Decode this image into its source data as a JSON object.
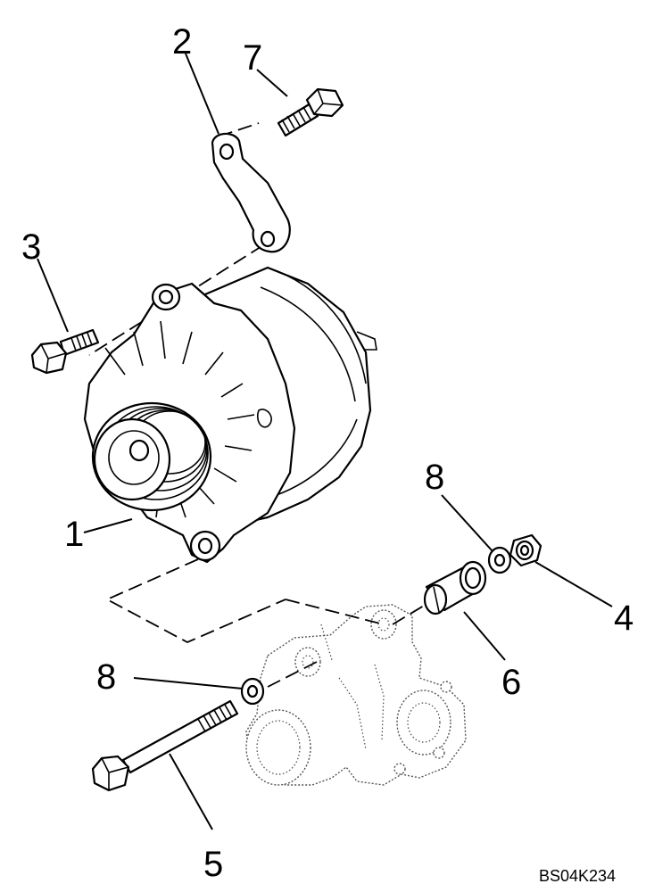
{
  "diagram": {
    "reference_code": "BS04K234",
    "callouts": [
      "2",
      "7",
      "3",
      "1",
      "8",
      "4",
      "6",
      "8",
      "5"
    ]
  }
}
